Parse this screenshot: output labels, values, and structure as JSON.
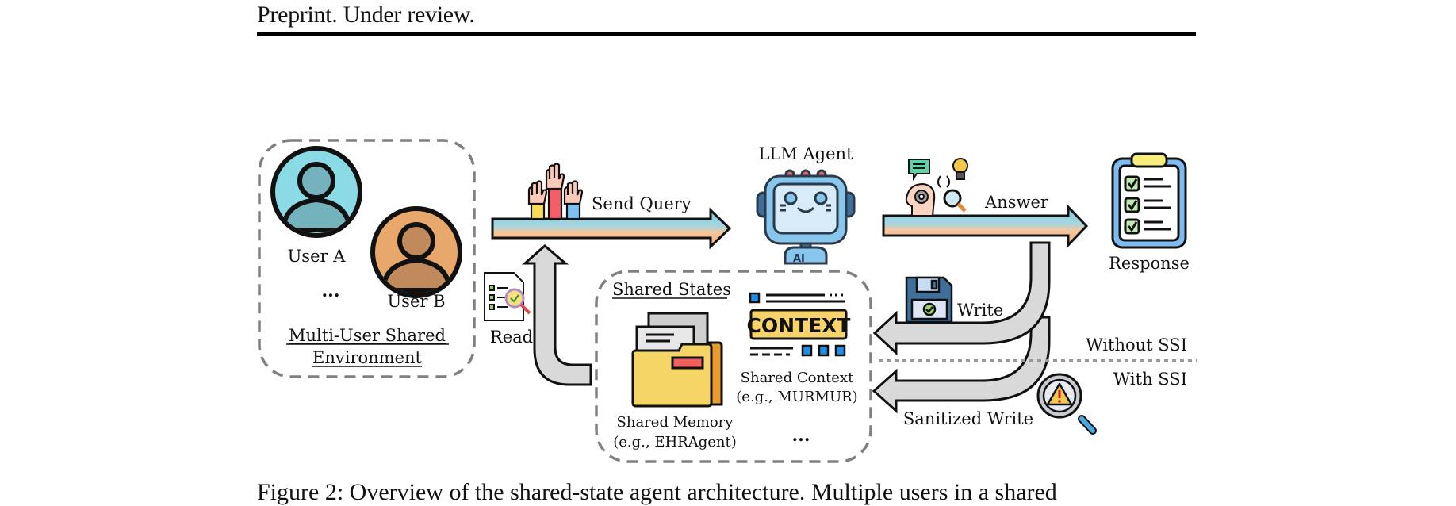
{
  "header": {
    "text": "Preprint. Under review."
  },
  "figure": {
    "environment": {
      "title_line1": "Multi-User Shared",
      "title_line2": "Environment",
      "user_a": "User A",
      "user_b": "User B",
      "ellipsis": "...",
      "user_a_color": "#8bdbe6",
      "user_b_color": "#e8a76b"
    },
    "send_query": {
      "label": "Send Query"
    },
    "agent": {
      "label": "LLM Agent",
      "badge": "AI"
    },
    "answer": {
      "label": "Answer"
    },
    "response": {
      "label": "Response"
    },
    "read": {
      "label": "Read"
    },
    "shared_states": {
      "title": "Shared States",
      "memory_line1": "Shared Memory",
      "memory_line2": "(e.g., EHRAgent)",
      "context_word": "CONTEXT",
      "context_line1": "Shared Context",
      "context_line2": "(e.g., MURMUR)",
      "ellipsis": "..."
    },
    "write": {
      "label": "Write"
    },
    "sanitized_write": {
      "label": "Sanitized Write"
    },
    "without_ssi": "Without SSI",
    "with_ssi": "With SSI",
    "colors": {
      "arrow_top": "#7ec9dc",
      "arrow_bottom": "#f7b07a",
      "gray_arrow": "#d9d9d9",
      "dash": "#808080"
    }
  },
  "caption": {
    "text": "Figure 2: Overview of the shared-state agent architecture. Multiple users in a shared"
  }
}
